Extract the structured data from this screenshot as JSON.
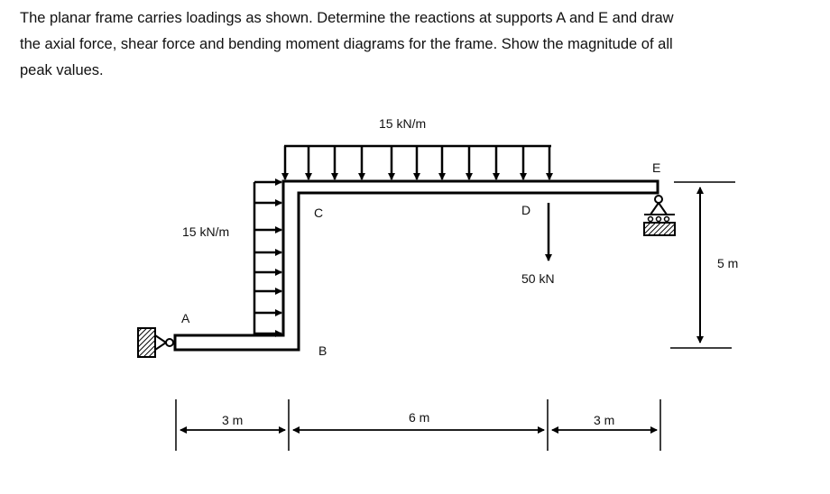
{
  "problem_text": [
    "The planar frame carries loadings as shown. Determine the reactions at supports A and E and draw",
    "the axial force, shear force and bending moment diagrams for the frame. Show the magnitude of all",
    "peak values."
  ],
  "diagram": {
    "top_load_label": "15 kN/m",
    "side_load_label": "15 kN/m",
    "point_load_label": "50 kN",
    "points": {
      "A": "A",
      "B": "B",
      "C": "C",
      "D": "D",
      "E": "E"
    },
    "dimensions": {
      "height": "5 m",
      "span_1": "3 m",
      "span_2": "6 m",
      "span_3": "3 m"
    }
  }
}
